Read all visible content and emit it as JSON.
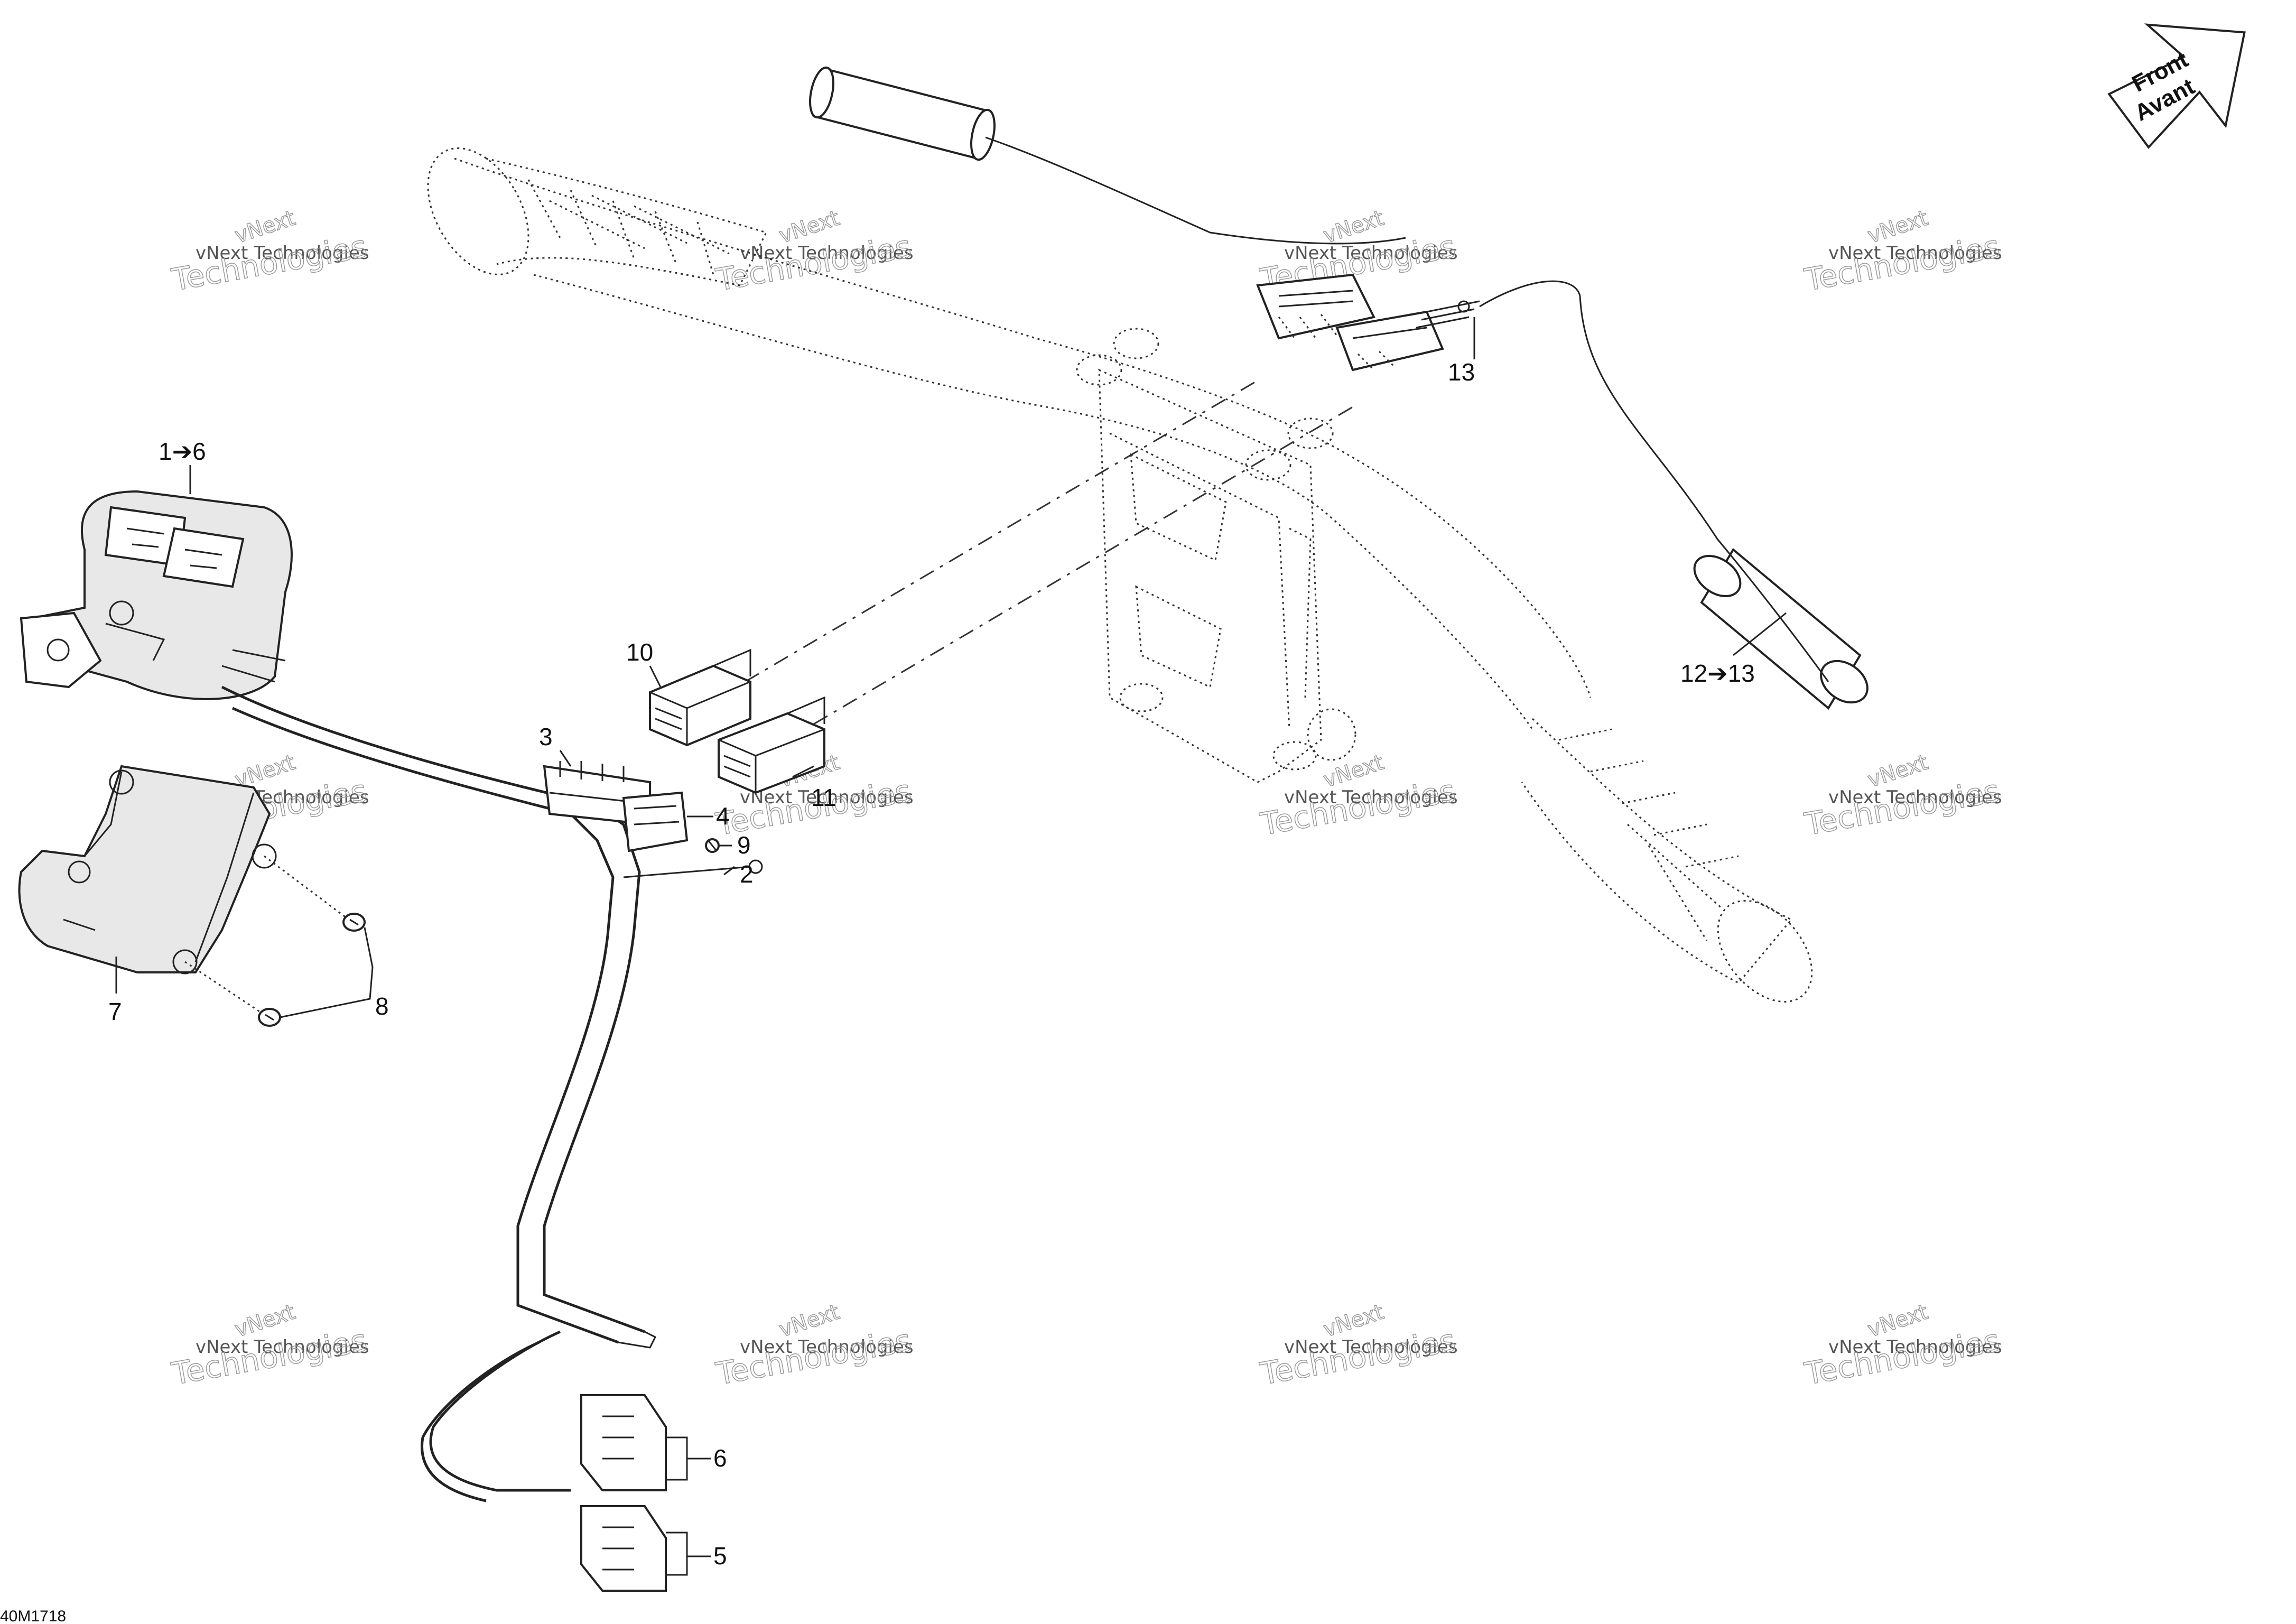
{
  "diagram": {
    "code": "40M1718",
    "front_arrow": {
      "line1": "Front",
      "line2": "Avant"
    },
    "watermark": {
      "line1": "vNext",
      "line2": "vNext Technologies",
      "line3": "Technologies"
    },
    "callouts": [
      {
        "id": "c1",
        "text": "1➔6"
      },
      {
        "id": "c2",
        "text": "2"
      },
      {
        "id": "c3",
        "text": "3"
      },
      {
        "id": "c4",
        "text": "4"
      },
      {
        "id": "c5",
        "text": "5"
      },
      {
        "id": "c6",
        "text": "6"
      },
      {
        "id": "c7",
        "text": "7"
      },
      {
        "id": "c8",
        "text": "8"
      },
      {
        "id": "c9",
        "text": "9"
      },
      {
        "id": "c10",
        "text": "10"
      },
      {
        "id": "c11",
        "text": "11"
      },
      {
        "id": "c12",
        "text": "12➔13"
      },
      {
        "id": "c13",
        "text": "13"
      }
    ]
  }
}
